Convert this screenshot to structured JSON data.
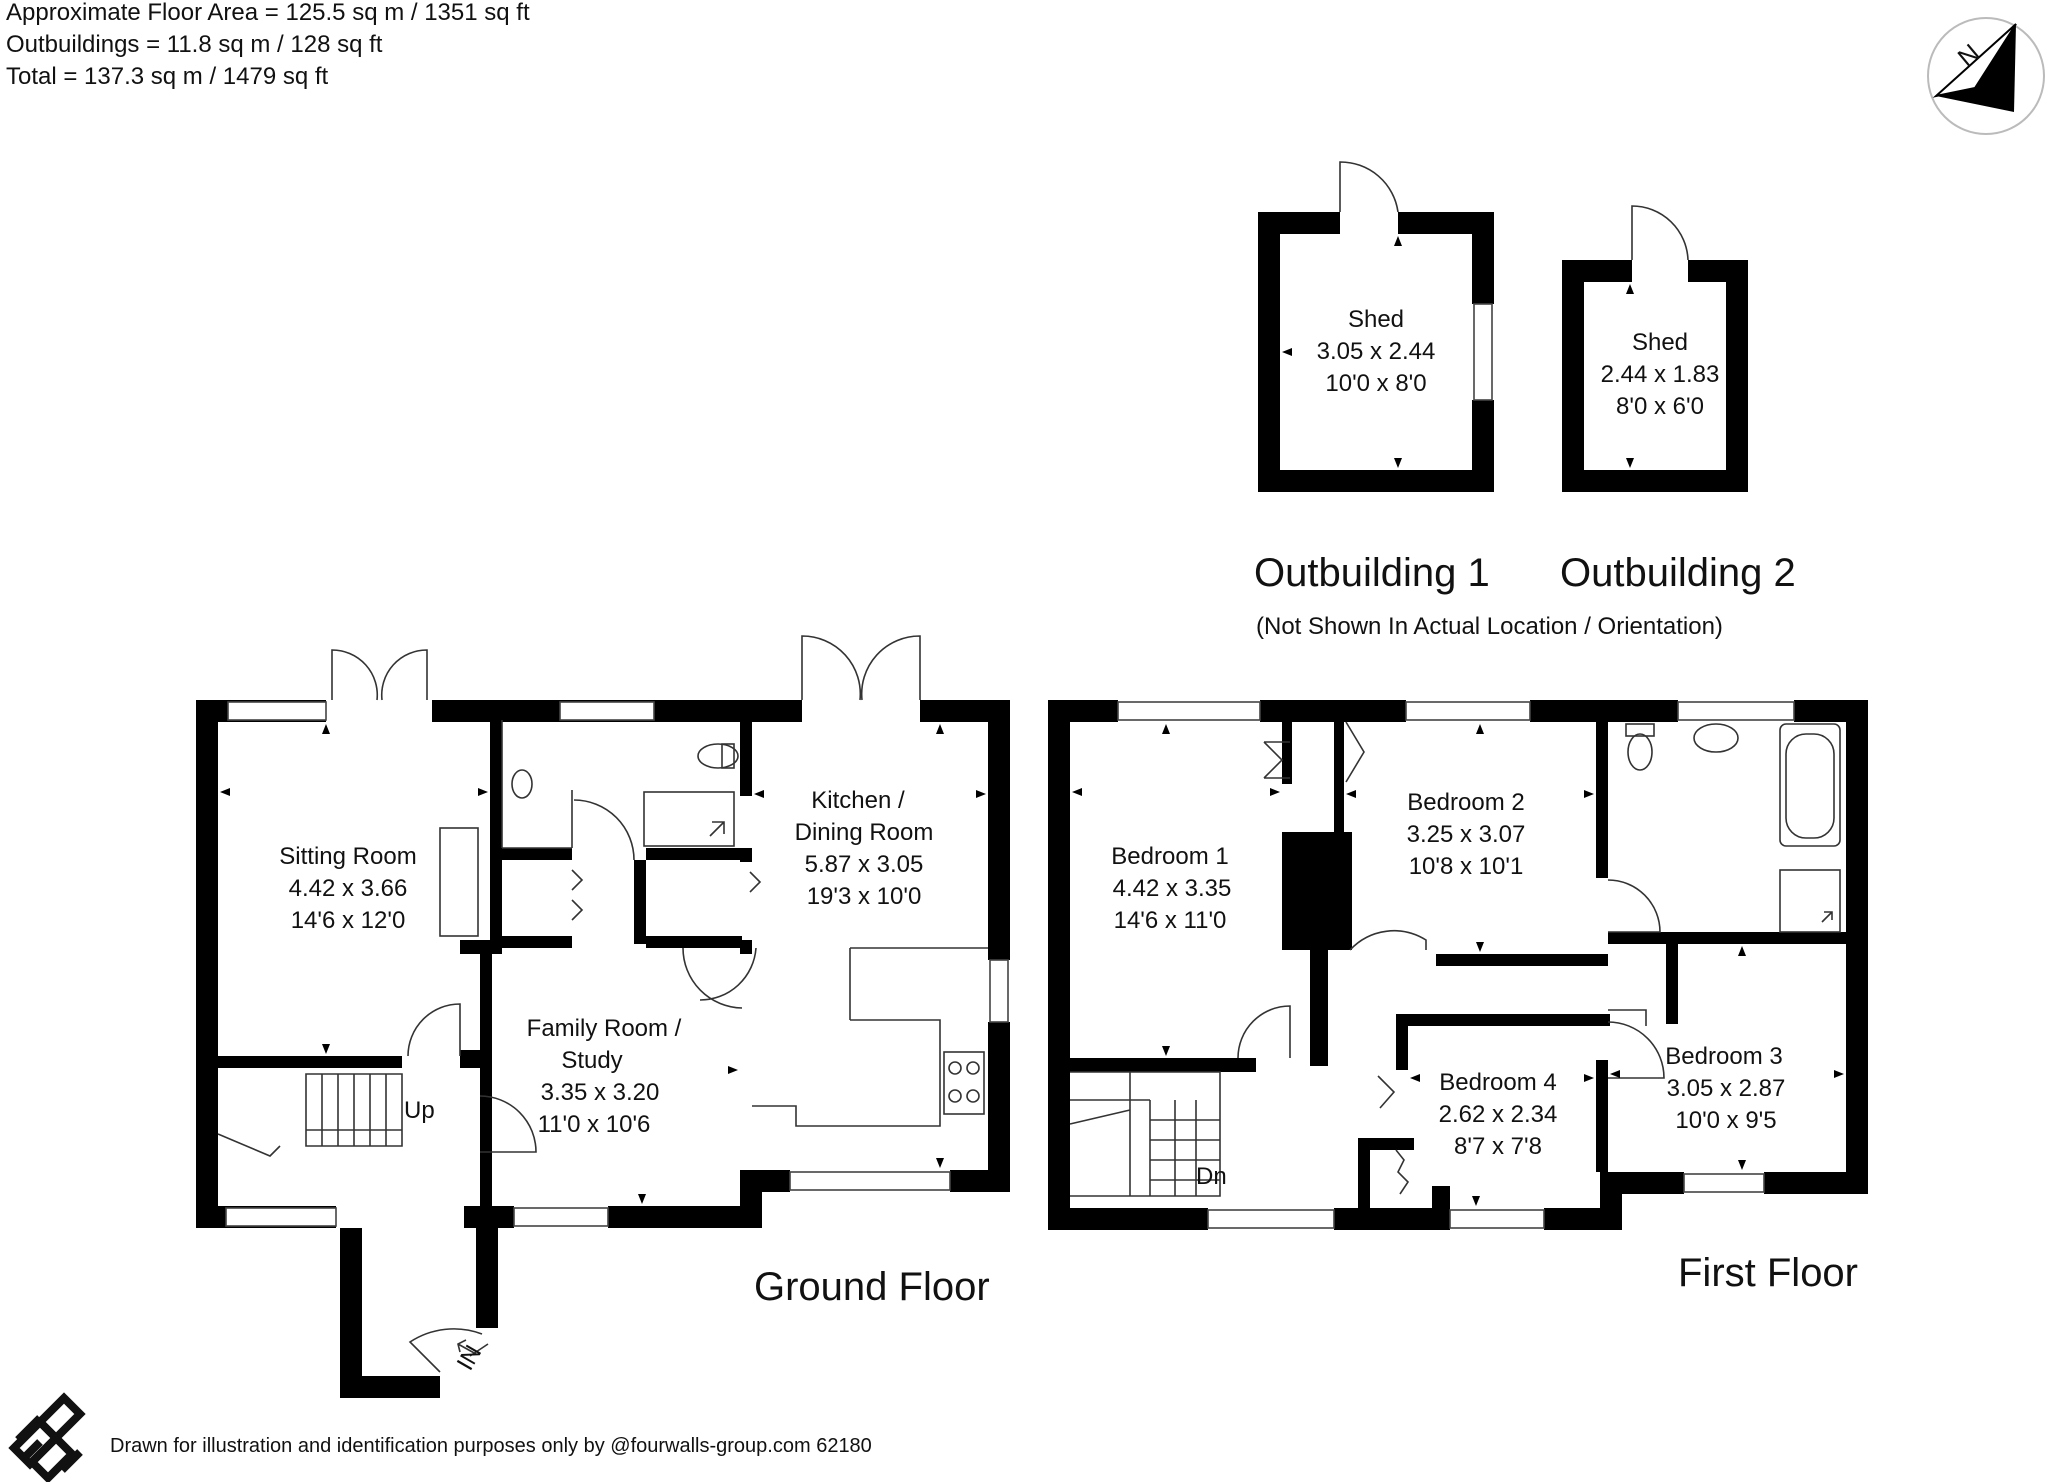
{
  "header": {
    "line1": "Approximate Floor Area = 125.5 sq m / 1351 sq ft",
    "line2": "Outbuildings = 11.8 sq m / 128 sq ft",
    "line3": "Total = 137.3 sq m / 1479 sq ft"
  },
  "compass": {
    "label": "N"
  },
  "outbuildings": {
    "ob1": {
      "title": "Outbuilding 1",
      "room": "Shed",
      "metric": "3.05 x 2.44",
      "imperial": "10'0 x 8'0"
    },
    "ob2": {
      "title": "Outbuilding 2",
      "room": "Shed",
      "metric": "2.44 x 1.83",
      "imperial": "8'0 x 6'0"
    },
    "note": "(Not Shown In Actual Location / Orientation)"
  },
  "ground_floor": {
    "title": "Ground Floor",
    "sitting": {
      "name": "Sitting Room",
      "metric": "4.42 x 3.66",
      "imperial": "14'6 x 12'0"
    },
    "kitchen": {
      "name1": "Kitchen /",
      "name2": "Dining Room",
      "metric": "5.87 x 3.05",
      "imperial": "19'3 x 10'0"
    },
    "family": {
      "name1": "Family Room /",
      "name2": "Study",
      "metric": "3.35 x 3.20",
      "imperial": "11'0 x 10'6"
    },
    "up": "Up",
    "entry": "IN"
  },
  "first_floor": {
    "title": "First Floor",
    "bed1": {
      "name": "Bedroom 1",
      "metric": "4.42 x 3.35",
      "imperial": "14'6 x 11'0"
    },
    "bed2": {
      "name": "Bedroom 2",
      "metric": "3.25 x 3.07",
      "imperial": "10'8 x 10'1"
    },
    "bed3": {
      "name": "Bedroom 3",
      "metric": "3.05 x 2.87",
      "imperial": "10'0 x 9'5"
    },
    "bed4": {
      "name": "Bedroom 4",
      "metric": "2.62 x 2.34",
      "imperial": "8'7 x 7'8"
    },
    "down": "Dn"
  },
  "footer": {
    "text": "Drawn for illustration and identification purposes only by @fourwalls-group.com 62180"
  }
}
